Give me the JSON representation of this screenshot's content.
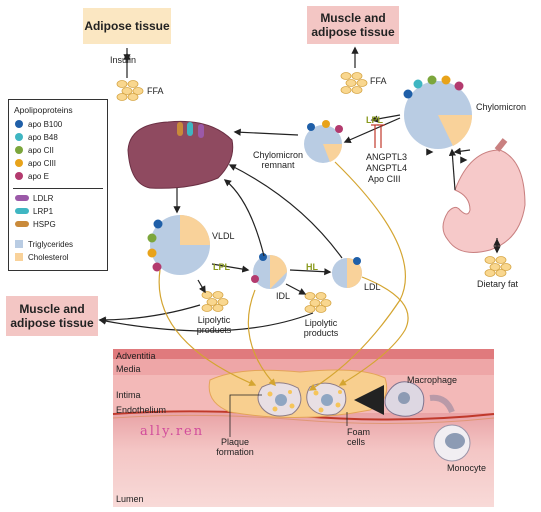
{
  "boxes": {
    "adipose_top": "Adipose tissue",
    "muscle_top": "Muscle and adipose tissue",
    "muscle_left": "Muscle and adipose tissue"
  },
  "labels": {
    "insulin": "Insulin",
    "ffa_left": "FFA",
    "ffa_right": "FFA",
    "chylomicron": "Chylomicron",
    "chylomicron_remnant": "Chylomicron remnant",
    "lpl_top": "LPL",
    "angptl3": "ANGPTL3",
    "angptl4": "ANGPTL4",
    "apo_ciii_label": "Apo CIII",
    "vldl": "VLDL",
    "lpl_mid": "LPL",
    "idl": "IDL",
    "hl": "HL",
    "ldl": "LDL",
    "lipolytic_1": "Lipolytic products",
    "lipolytic_2": "Lipolytic products",
    "dietary_fat": "Dietary fat",
    "adventitia": "Adventitia",
    "media": "Media",
    "intima": "Intima",
    "endothelium": "Endothelium",
    "macrophage": "Macrophage",
    "plaque_formation": "Plaque formation",
    "foam_cells": "Foam cells",
    "monocyte": "Monocyte",
    "lumen": "Lumen",
    "watermark": "ally.ren"
  },
  "legend": {
    "title": "Apolipoproteins",
    "apo_items": [
      {
        "label": "apo B100",
        "color": "#1f5fa8"
      },
      {
        "label": "apo B48",
        "color": "#3fb6c2"
      },
      {
        "label": "apo CII",
        "color": "#7ca63c"
      },
      {
        "label": "apo CIII",
        "color": "#e8a31a"
      },
      {
        "label": "apo E",
        "color": "#b33a6e"
      }
    ],
    "receptor_items": [
      {
        "label": "LDLR",
        "color": "#9b59a8"
      },
      {
        "label": "LRP1",
        "color": "#3fb6c2"
      },
      {
        "label": "HSPG",
        "color": "#c98a3a"
      }
    ],
    "lipid_items": [
      {
        "label": "Triglycerides",
        "color": "#b9cce3"
      },
      {
        "label": "Cholesterol",
        "color": "#f9d29a"
      }
    ]
  },
  "colors": {
    "adipose_box": "#fbe7c2",
    "muscle_box": "#f3c6c4",
    "liver": "#8f4a60",
    "stomach": "#f6c9c9",
    "arrow_yellow": "#d4a531",
    "lpl_green": "#8a9a1e"
  }
}
